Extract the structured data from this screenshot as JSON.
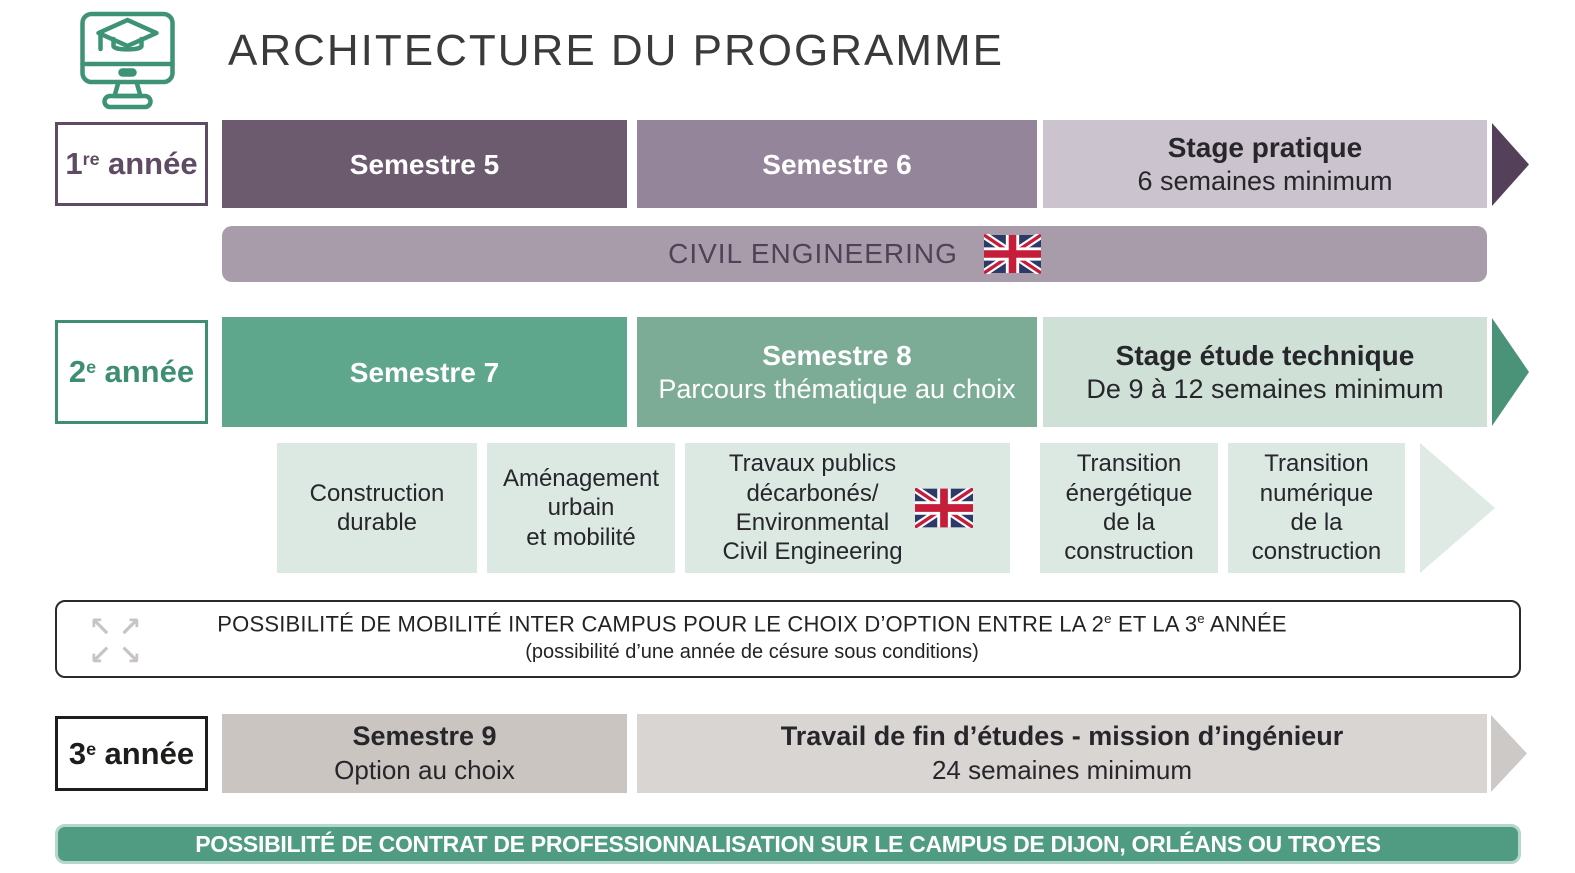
{
  "colors": {
    "title_text": "#3a3a3a",
    "icon_green": "#3e9377",
    "purple_dark": "#6c5b6f",
    "purple_mid": "#95859a",
    "purple_light": "#cbc3cd",
    "purple_arrow": "#544159",
    "purple_year": "#5f4b64",
    "civil_bar_bg": "#a89caa",
    "civil_bar_text": "#4e4257",
    "green_dark": "#5fa78c",
    "green_mid": "#7dac96",
    "green_light": "#cfe0d7",
    "green_arrow": "#4a9379",
    "green_year": "#3e8e74",
    "option_bg": "#dce8e2",
    "option_arrow": "#dfeae4",
    "dark_text": "#26262b",
    "year3_dark": "#1d1d1b",
    "gray_mid": "#cac5c1",
    "gray_light": "#d9d5d2",
    "gray_arrow": "#cdc9c6",
    "bottom_bar_bg": "#4f9c82",
    "bottom_bar_border": "#b5d6ca",
    "expand_icon_gray": "#c9c3c3",
    "flag_navy": "#2d3a67",
    "flag_red": "#c41e3a"
  },
  "header": {
    "title": "ARCHITECTURE DU PROGRAMME"
  },
  "years": [
    {
      "num": "1",
      "sup": "re",
      "word": "année"
    },
    {
      "num": "2",
      "sup": "e",
      "word": "année"
    },
    {
      "num": "3",
      "sup": "e",
      "word": "année"
    }
  ],
  "row1": {
    "boxes": [
      {
        "title": "Semestre 5"
      },
      {
        "title": "Semestre 6"
      },
      {
        "title": "Stage pratique",
        "subtitle": "6 semaines minimum"
      }
    ]
  },
  "civil_bar": {
    "label": "CIVIL ENGINEERING"
  },
  "row2": {
    "boxes": [
      {
        "title": "Semestre 7"
      },
      {
        "title": "Semestre 8",
        "subtitle": "Parcours thématique au choix"
      },
      {
        "title": "Stage étude technique",
        "subtitle": "De 9 à 12 semaines minimum"
      }
    ]
  },
  "options": {
    "items": [
      "Construction\ndurable",
      "Aménagement\nurbain\net mobilité",
      "Travaux publics\ndécarbonés/\nEnvironmental\nCivil Engineering",
      "Transition\nénergétique\nde la\nconstruction",
      "Transition\nnumérique\nde la\nconstruction"
    ]
  },
  "mobility": {
    "line1_a": "POSSIBILITÉ DE MOBILITÉ INTER CAMPUS POUR LE CHOIX D’OPTION ENTRE LA 2",
    "line1_sup1": "e",
    "line1_b": " ET LA 3",
    "line1_sup2": "e",
    "line1_c": " ANNÉE",
    "line2": "(possibilité d’une année de césure sous conditions)"
  },
  "row3": {
    "boxes": [
      {
        "title": "Semestre 9",
        "subtitle": "Option au choix"
      },
      {
        "title": "Travail de fin d’études - mission d’ingénieur",
        "subtitle": "24 semaines minimum"
      }
    ]
  },
  "bottom_bar": {
    "label": "POSSIBILITÉ DE CONTRAT DE PROFESSIONNALISATION SUR LE CAMPUS DE DIJON, ORLÉANS OU TROYES"
  },
  "icons": {
    "expand": [
      "↖",
      "↗",
      "↙",
      "↘"
    ]
  }
}
